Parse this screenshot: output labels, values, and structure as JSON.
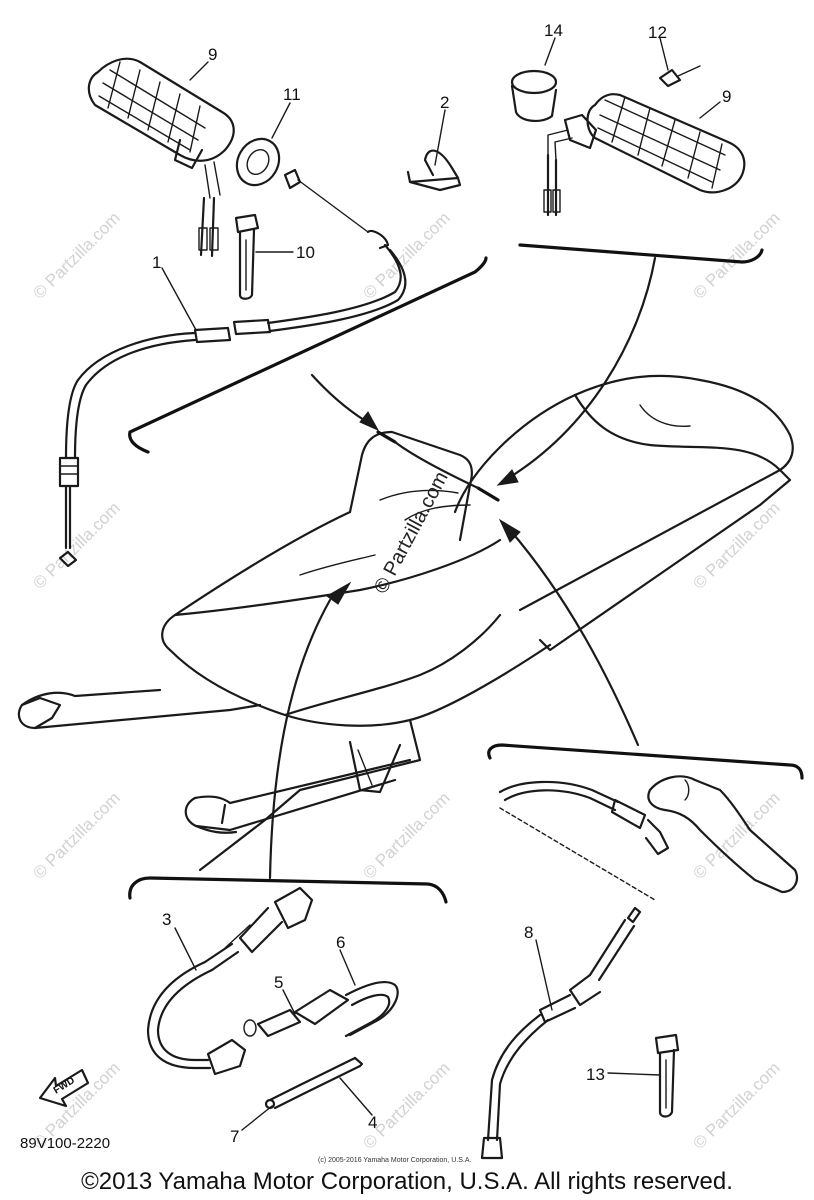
{
  "diagram": {
    "code": "89V100-2220",
    "fwd_label": "FWD",
    "callouts": {
      "n1": "1",
      "n2": "2",
      "n3": "3",
      "n4": "4",
      "n5": "5",
      "n6": "6",
      "n7": "7",
      "n8": "8",
      "n9_left": "9",
      "n9_right": "9",
      "n10": "10",
      "n11": "11",
      "n12": "12",
      "n13": "13",
      "n14": "14"
    },
    "watermark": "© Partzilla.com",
    "small_notice": "(c) 2005-2016 Yamaha Motor Corporation, U.S.A.",
    "copyright": "©2013 Yamaha Motor Corporation, U.S.A. All rights reserved."
  }
}
